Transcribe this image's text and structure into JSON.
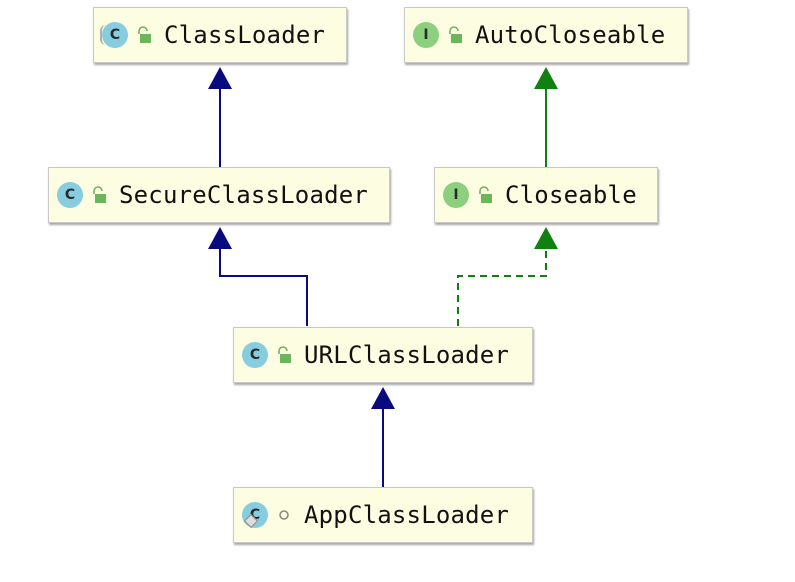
{
  "nodes": {
    "class_loader": {
      "label": "ClassLoader",
      "kind": "class",
      "badge": "C",
      "visibility": "public",
      "abstract": true
    },
    "auto_closeable": {
      "label": "AutoCloseable",
      "kind": "interface",
      "badge": "I",
      "visibility": "public"
    },
    "secure_class_loader": {
      "label": "SecureClassLoader",
      "kind": "class",
      "badge": "C",
      "visibility": "public"
    },
    "closeable": {
      "label": "Closeable",
      "kind": "interface",
      "badge": "I",
      "visibility": "public"
    },
    "url_class_loader": {
      "label": "URLClassLoader",
      "kind": "class",
      "badge": "C",
      "visibility": "public"
    },
    "app_class_loader": {
      "label": "AppClassLoader",
      "kind": "class",
      "badge": "C",
      "visibility": "package-private",
      "static_nested": true
    }
  },
  "edges": [
    {
      "from": "secure_class_loader",
      "to": "class_loader",
      "type": "extends"
    },
    {
      "from": "closeable",
      "to": "auto_closeable",
      "type": "extends"
    },
    {
      "from": "url_class_loader",
      "to": "secure_class_loader",
      "type": "extends"
    },
    {
      "from": "url_class_loader",
      "to": "closeable",
      "type": "implements"
    },
    {
      "from": "app_class_loader",
      "to": "url_class_loader",
      "type": "extends"
    }
  ],
  "colors": {
    "extends_class": "#0a0a80",
    "extends_interface": "#108010",
    "implements": "#108010",
    "node_fill": "#fdfde2",
    "class_badge": "#87cddf",
    "interface_badge": "#8ccf7e"
  }
}
